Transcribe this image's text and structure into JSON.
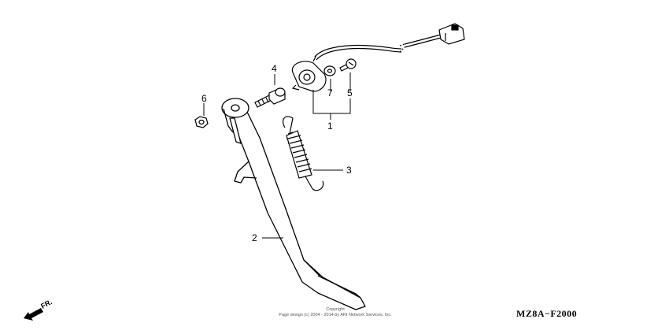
{
  "callouts": {
    "c1": "1",
    "c2": "2",
    "c3": "3",
    "c4": "4",
    "c5": "5",
    "c6": "6",
    "c7": "7"
  },
  "direction_label": "FR.",
  "diagram_code": "MZ8A−F2000",
  "copyright": {
    "line1": "Copyright",
    "line2": "Page design (c) 2004 - 2014 by ARI Network Services, Inc."
  }
}
